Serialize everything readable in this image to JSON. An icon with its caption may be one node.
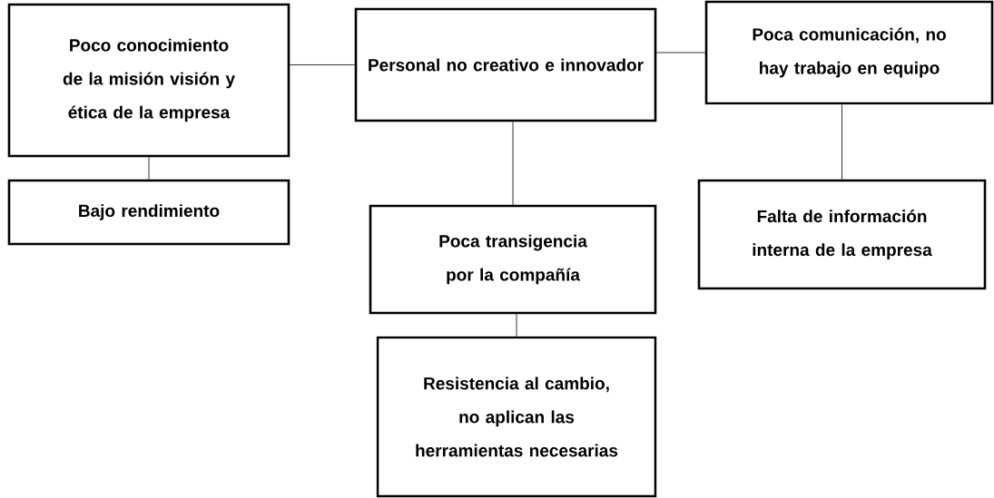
{
  "diagram": {
    "nodes": [
      {
        "text": [
          "Poco conocimiento de la misión visión y ética de la empresa"
        ]
      },
      {
        "text": [
          "Personal no creativo e innovador"
        ]
      },
      {
        "text": [
          "Poca comunicación, no hay trabajo en equipo"
        ]
      },
      {
        "text": [
          "Bajo rendimiento"
        ]
      },
      {
        "text": [
          "Poca transigencia por la compañía"
        ]
      },
      {
        "text": [
          "Falta de información interna de la empresa"
        ]
      },
      {
        "text": [
          "Resistencia al cambio, no aplican las herramientas necesarias"
        ]
      }
    ],
    "edges": [
      {
        "from": 0,
        "to": 1,
        "arrow": "none"
      },
      {
        "from": 1,
        "to": 2,
        "arrow": "none"
      },
      {
        "from": 0,
        "to": 3,
        "arrow": "none"
      },
      {
        "from": 1,
        "to": 4,
        "arrow": "none"
      },
      {
        "from": 2,
        "to": 5,
        "arrow": "none"
      },
      {
        "from": 4,
        "to": 6,
        "arrow": "none"
      }
    ]
  }
}
